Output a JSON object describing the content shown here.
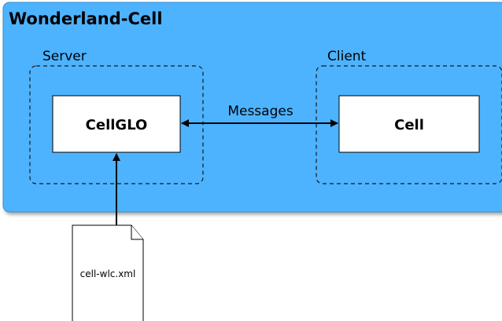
{
  "title": "Wonderland-Cell",
  "colors": {
    "panel_fill": "#4db3ff",
    "panel_stroke": "#3a8fd0",
    "box_fill": "#ffffff",
    "line": "#000000"
  },
  "regions": {
    "server": {
      "label": "Server"
    },
    "client": {
      "label": "Client"
    }
  },
  "boxes": {
    "cellglo": {
      "label": "CellGLO"
    },
    "cell": {
      "label": "Cell"
    }
  },
  "connections": {
    "messages": {
      "label": "Messages"
    }
  },
  "file": {
    "name": "cell-wlc.xml",
    "icon": "document-icon"
  }
}
